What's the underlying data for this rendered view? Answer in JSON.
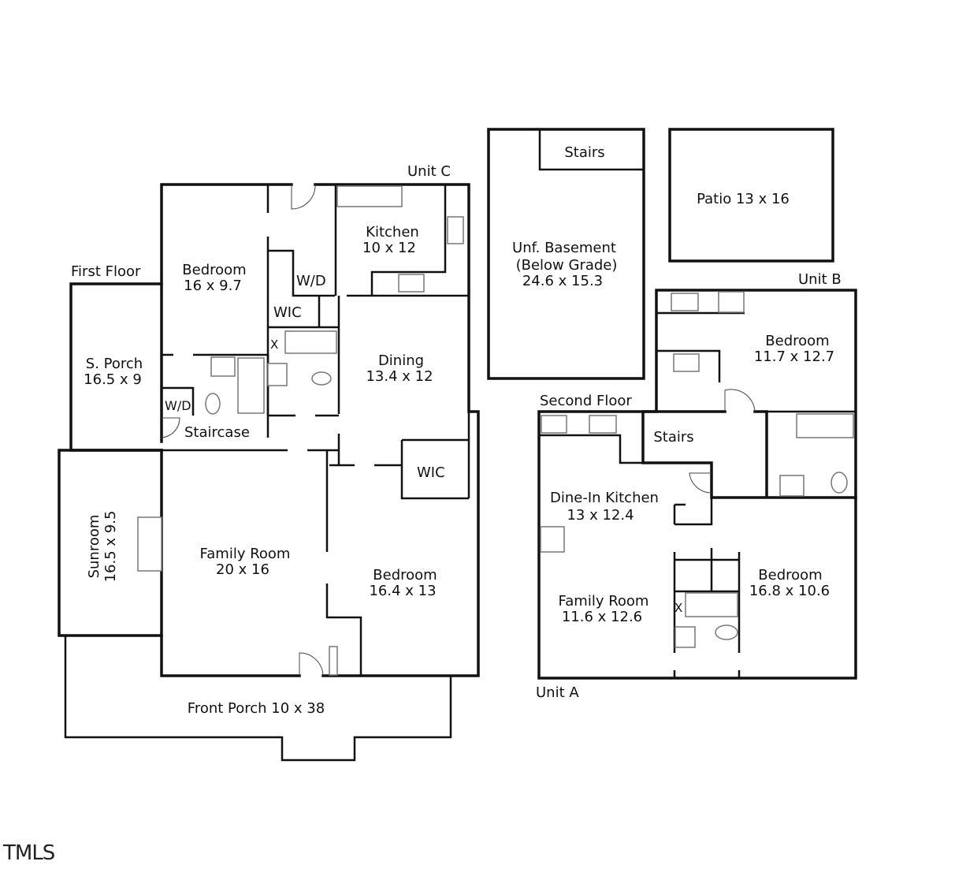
{
  "floors": {
    "first_floor": {
      "label": "First Floor",
      "unit_label": "Unit C",
      "rooms": [
        {
          "name": "Bedroom",
          "dims": "16 x 9.7"
        },
        {
          "name": "Kitchen",
          "dims": "10 x 12"
        },
        {
          "name": "W/D"
        },
        {
          "name": "WIC"
        },
        {
          "name": "Dining",
          "dims": "13.4 x 12"
        },
        {
          "name": "S. Porch",
          "dims": "16.5 x 9"
        },
        {
          "name": "W/D"
        },
        {
          "name": "Staircase"
        },
        {
          "name": "WIC"
        },
        {
          "name": "Sunroom",
          "dims": "16.5 x 9.5"
        },
        {
          "name": "Family Room",
          "dims": "20 x 16"
        },
        {
          "name": "Bedroom",
          "dims": "16.4 x 13"
        },
        {
          "name": "Front Porch 10 x 38"
        },
        {
          "name": "X"
        }
      ]
    },
    "basement": {
      "stairs": "Stairs",
      "name": "Unf. Basement",
      "note": "(Below Grade)",
      "dims": "24.6 x 15.3"
    },
    "patio": {
      "label": "Patio 13 x 16"
    },
    "second_floor": {
      "label": "Second Floor",
      "unit_a": "Unit A",
      "unit_b": "Unit B",
      "rooms": [
        {
          "name": "Bedroom",
          "dims": "11.7 x 12.7"
        },
        {
          "name": "Stairs"
        },
        {
          "name": "Dine-In Kitchen",
          "dims": "13 x 12.4"
        },
        {
          "name": "Bedroom",
          "dims": "16.8 x 10.6"
        },
        {
          "name": "Family Room",
          "dims": "11.6 x 12.6"
        },
        {
          "name": "X"
        }
      ]
    }
  },
  "logo": "TMLS"
}
